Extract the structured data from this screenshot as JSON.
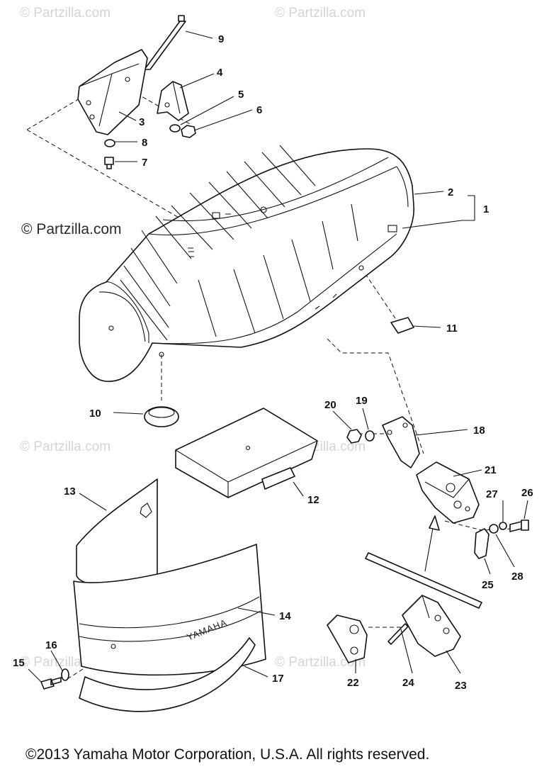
{
  "watermark": {
    "text": "© Partzilla.com"
  },
  "brand_mark": "YAMAHA",
  "copyright": "©2013  Yamaha Motor Corporation, U.S.A. All rights reserved.",
  "callouts": {
    "p1": "1",
    "p2": "2",
    "p3": "3",
    "p4": "4",
    "p5": "5",
    "p6": "6",
    "p7": "7",
    "p8": "8",
    "p9": "9",
    "p10": "10",
    "p11": "11",
    "p12": "12",
    "p13": "13",
    "p14": "14",
    "p15": "15",
    "p16": "16",
    "p17": "17",
    "p18": "18",
    "p19": "19",
    "p20": "20",
    "p21": "21",
    "p22": "22",
    "p23": "23",
    "p24": "24",
    "p25": "25",
    "p26": "26",
    "p27": "27",
    "p28": "28"
  }
}
